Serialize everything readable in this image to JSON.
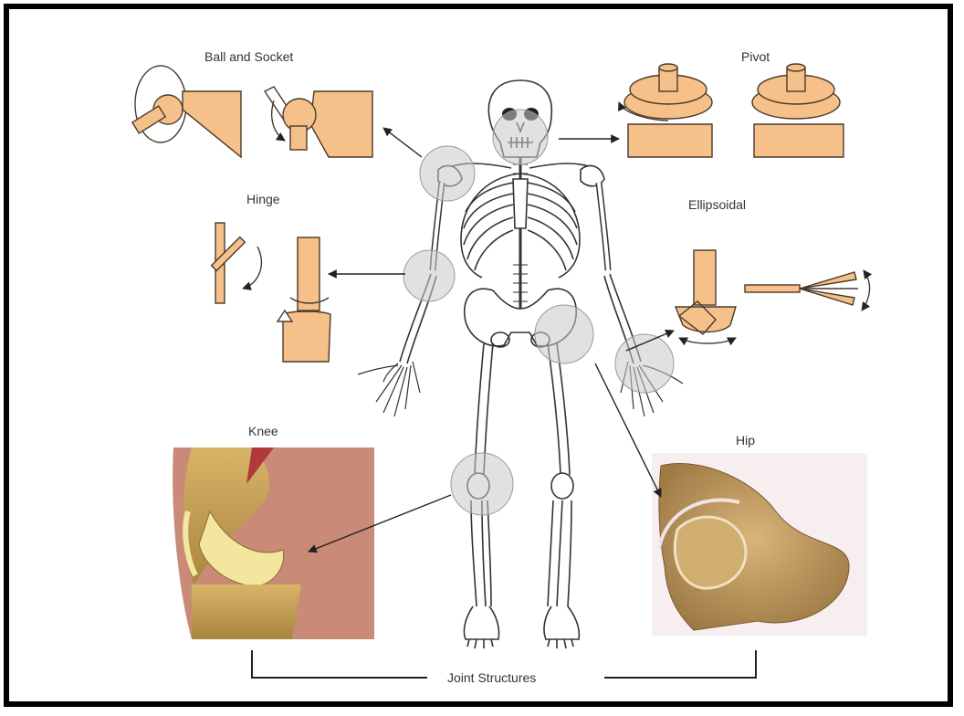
{
  "labels": {
    "ball_and_socket": "Ball and Socket",
    "pivot": "Pivot",
    "hinge": "Hinge",
    "ellipsoidal": "Ellipsoidal",
    "knee": "Knee",
    "hip": "Hip",
    "joint_structures": "Joint Structures"
  },
  "colors": {
    "frame": "#000000",
    "joint_fill": "#f5c08a",
    "joint_stroke": "#4a3a2a",
    "bone_stroke": "#333333",
    "highlight_circle": "#c8c8c8",
    "knee_skin": "#c98a78",
    "knee_muscle": "#b03a3a",
    "bone_tissue": "#c9a45e",
    "cartilage": "#f3e7a0",
    "hip_bone": "#c8a26a"
  }
}
